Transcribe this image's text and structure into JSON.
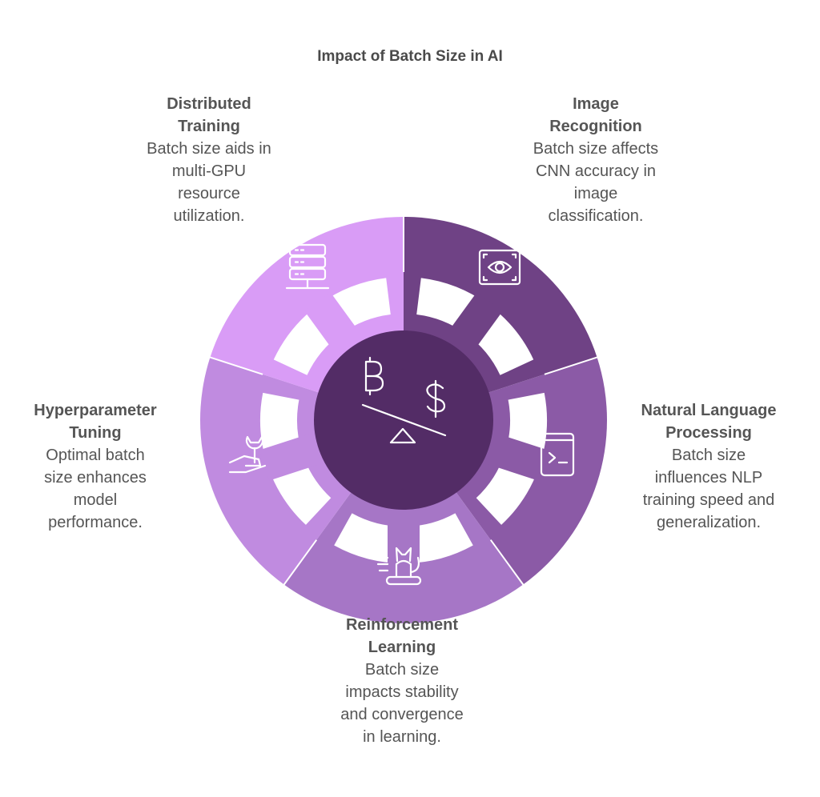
{
  "title": "Impact of Batch Size in AI",
  "colors": {
    "image_recognition": "#6f4285",
    "nlp": "#8b5aa6",
    "reinforcement": "#a676c6",
    "hyperparameter": "#c08be0",
    "distributed": "#d99cf6",
    "center": "#532c66",
    "text": "#555555"
  },
  "center": {
    "icon": "bitcoin-dollar-balance-icon"
  },
  "segments": [
    {
      "key": "image_recognition",
      "heading_lines": [
        "Image",
        "Recognition"
      ],
      "description_lines": [
        "Batch size affects",
        "CNN accuracy in",
        "image",
        "classification."
      ],
      "icon": "eye-scan-icon"
    },
    {
      "key": "nlp",
      "heading_lines": [
        "Natural Language",
        "Processing"
      ],
      "description_lines": [
        "Batch size",
        "influences NLP",
        "training speed and",
        "generalization."
      ],
      "icon": "terminal-book-icon"
    },
    {
      "key": "reinforcement",
      "heading_lines": [
        "Reinforcement",
        "Learning"
      ],
      "description_lines": [
        "Batch size",
        "impacts stability",
        "and convergence",
        "in learning."
      ],
      "icon": "cat-platform-icon"
    },
    {
      "key": "hyperparameter",
      "heading_lines": [
        "Hyperparameter",
        "Tuning"
      ],
      "description_lines": [
        "Optimal batch",
        "size enhances",
        "model",
        "performance."
      ],
      "icon": "hand-wrench-icon"
    },
    {
      "key": "distributed",
      "heading_lines": [
        "Distributed",
        "Training"
      ],
      "description_lines": [
        "Batch size aids in",
        "multi-GPU",
        "resource",
        "utilization."
      ],
      "icon": "server-rack-icon"
    }
  ]
}
